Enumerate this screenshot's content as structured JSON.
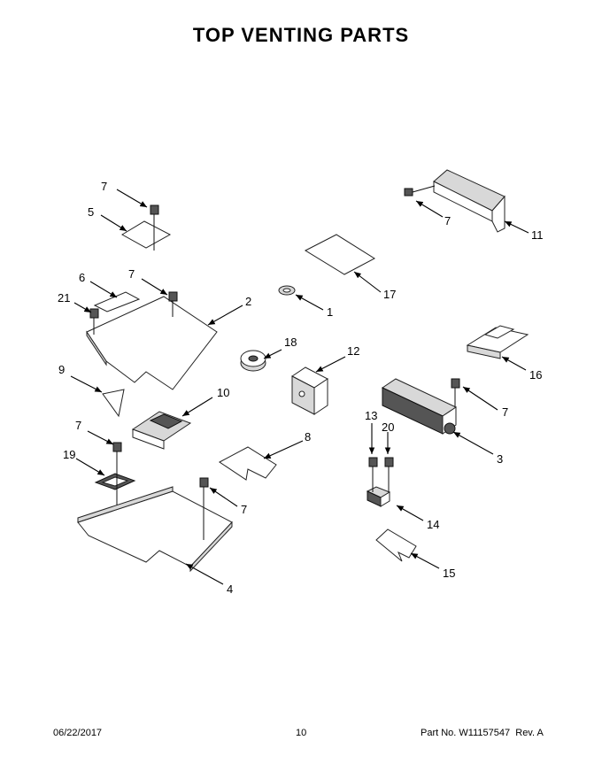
{
  "title": "TOP VENTING PARTS",
  "callouts": {
    "c1": "1",
    "c2": "2",
    "c3": "3",
    "c4": "4",
    "c5": "5",
    "c6": "6",
    "c7a": "7",
    "c7b": "7",
    "c7c": "7",
    "c7d": "7",
    "c7e": "7",
    "c7f": "7",
    "c8": "8",
    "c9": "9",
    "c10": "10",
    "c11": "11",
    "c12": "12",
    "c13": "13",
    "c14": "14",
    "c15": "15",
    "c16": "16",
    "c17": "17",
    "c18": "18",
    "c19": "19",
    "c20": "20",
    "c21": "21"
  },
  "footer": {
    "date": "06/22/2017",
    "page": "10",
    "part_label": "Part No.",
    "part_number": "W11157547",
    "rev_label": "Rev.",
    "rev": "A"
  }
}
